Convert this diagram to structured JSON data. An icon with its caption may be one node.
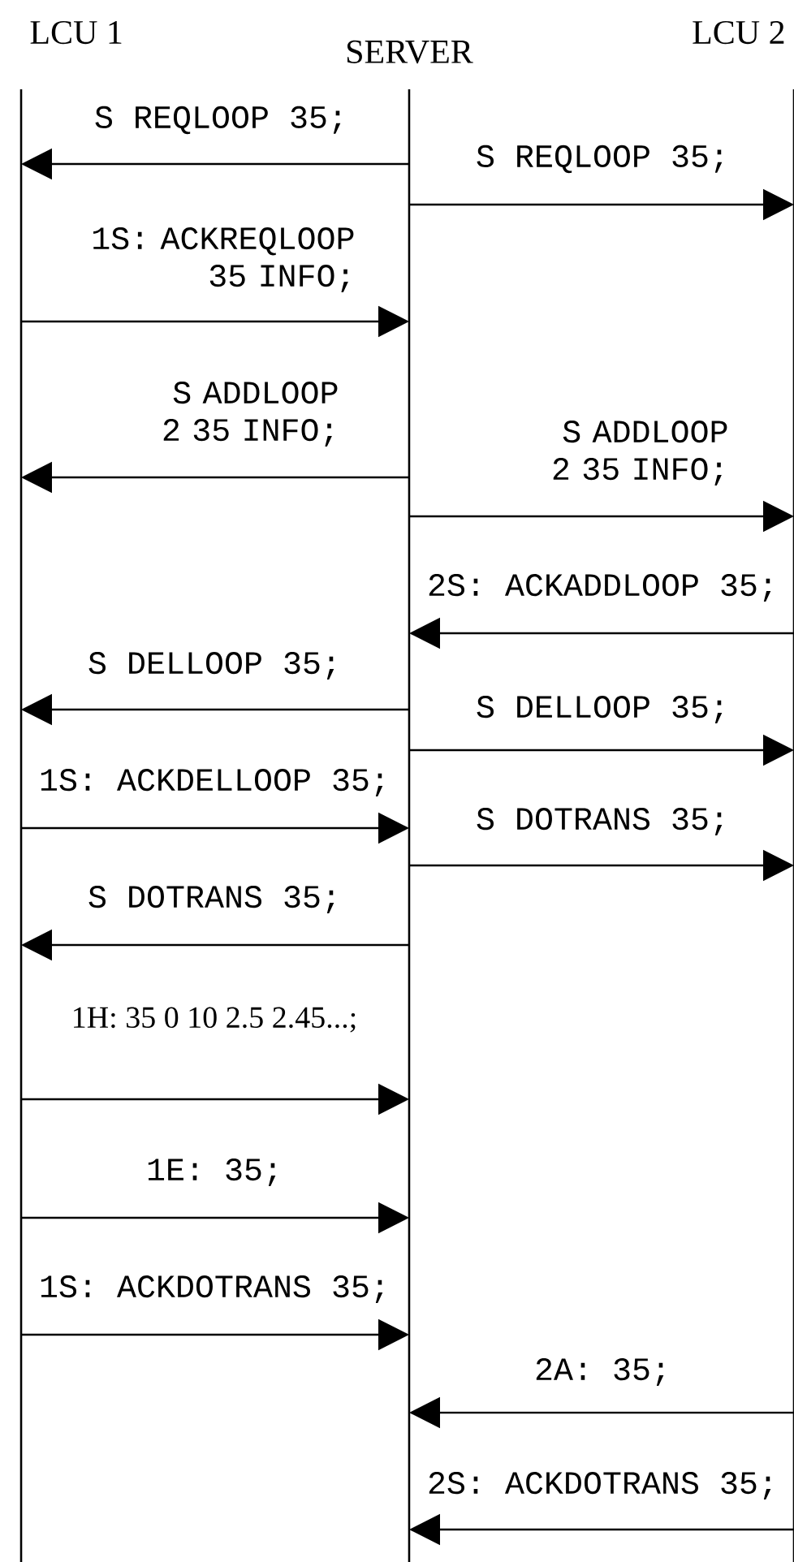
{
  "diagram": {
    "nodes": [
      {
        "text": [
          "LCU 1"
        ]
      },
      {
        "text": [
          "SERVER"
        ]
      },
      {
        "text": [
          "LCU 2"
        ]
      }
    ],
    "edges": [
      {
        "from": 1,
        "to": 0,
        "arrow": "to",
        "label": "S REQLOOP 35;"
      },
      {
        "from": 1,
        "to": 2,
        "arrow": "to",
        "label": "S REQLOOP 35;"
      },
      {
        "from": 0,
        "to": 1,
        "arrow": "to",
        "label": "1S: ACKREQLOOP 35 INFO;"
      },
      {
        "from": 1,
        "to": 0,
        "arrow": "to",
        "label": "S ADDLOOP 2 35 INFO;"
      },
      {
        "from": 1,
        "to": 2,
        "arrow": "to",
        "label": "S ADDLOOP 2 35 INFO;"
      },
      {
        "from": 2,
        "to": 1,
        "arrow": "to",
        "label": "2S: ACKADDLOOP 35;"
      },
      {
        "from": 1,
        "to": 0,
        "arrow": "to",
        "label": "S DELLOOP 35;"
      },
      {
        "from": 1,
        "to": 2,
        "arrow": "to",
        "label": "S DELLOOP 35;"
      },
      {
        "from": 0,
        "to": 1,
        "arrow": "to",
        "label": "1S: ACKDELLOOP 35;"
      },
      {
        "from": 1,
        "to": 2,
        "arrow": "to",
        "label": "S DOTRANS 35;"
      },
      {
        "from": 1,
        "to": 0,
        "arrow": "to",
        "label": "S DOTRANS 35;"
      },
      {
        "from": 0,
        "to": 1,
        "arrow": "to",
        "label": "1H: 35 0 10 2.5 2.45...;"
      },
      {
        "from": 0,
        "to": 1,
        "arrow": "to",
        "label": "1E: 35;"
      },
      {
        "from": 0,
        "to": 1,
        "arrow": "to",
        "label": "1S: ACKDOTRANS 35;"
      },
      {
        "from": 2,
        "to": 1,
        "arrow": "to",
        "label": "2A: 35;"
      },
      {
        "from": 2,
        "to": 1,
        "arrow": "to",
        "label": "2S: ACKDOTRANS 35;"
      }
    ]
  }
}
